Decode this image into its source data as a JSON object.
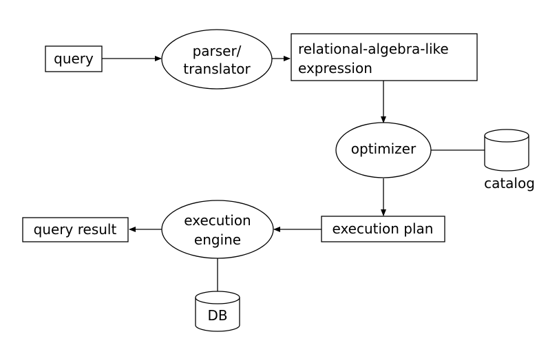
{
  "nodes": {
    "query": {
      "label": "query"
    },
    "parser": {
      "line1": "parser/",
      "line2": "translator"
    },
    "expression": {
      "line1": "relational-algebra-like",
      "line2": "expression"
    },
    "optimizer": {
      "label": "optimizer"
    },
    "catalog": {
      "label": "catalog"
    },
    "execution_plan": {
      "label": "execution plan"
    },
    "execution_engine": {
      "line1": "execution",
      "line2": "engine"
    },
    "query_result": {
      "label": "query result"
    },
    "db": {
      "label": "DB"
    }
  },
  "colors": {
    "stroke": "#000000",
    "fill": "#ffffff",
    "text": "#000000"
  }
}
